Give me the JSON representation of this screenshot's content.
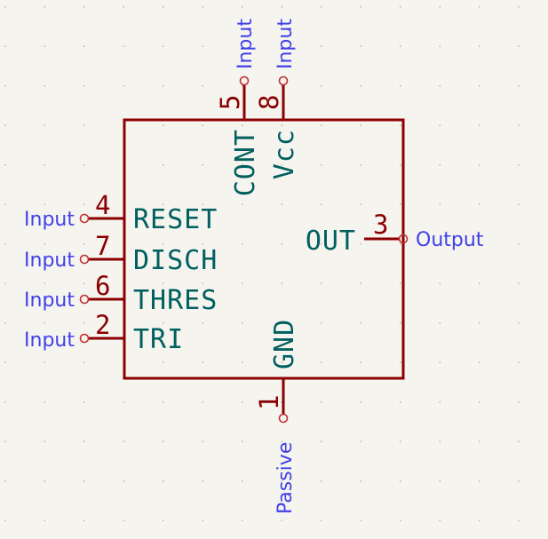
{
  "component": {
    "pins_left": [
      {
        "number": "4",
        "name": "RESET",
        "type": "Input"
      },
      {
        "number": "7",
        "name": "DISCH",
        "type": "Input"
      },
      {
        "number": "6",
        "name": "THRES",
        "type": "Input"
      },
      {
        "number": "2",
        "name": "TRI",
        "type": "Input"
      }
    ],
    "pins_top": [
      {
        "number": "5",
        "name": "CONT",
        "type": "Input"
      },
      {
        "number": "8",
        "name": "Vcc",
        "type": "Input"
      }
    ],
    "pin_right": {
      "number": "3",
      "name": "OUT",
      "type": "Output"
    },
    "pin_bottom": {
      "number": "1",
      "name": "GND",
      "type": "Passive"
    }
  },
  "colors": {
    "body": "#8b0000",
    "pin_number": "#8b0000",
    "pin_name": "#005f5f",
    "electrical_type": "#4040e8",
    "background": "#f5f4ef",
    "grid_dot": "#b8b8b0"
  }
}
